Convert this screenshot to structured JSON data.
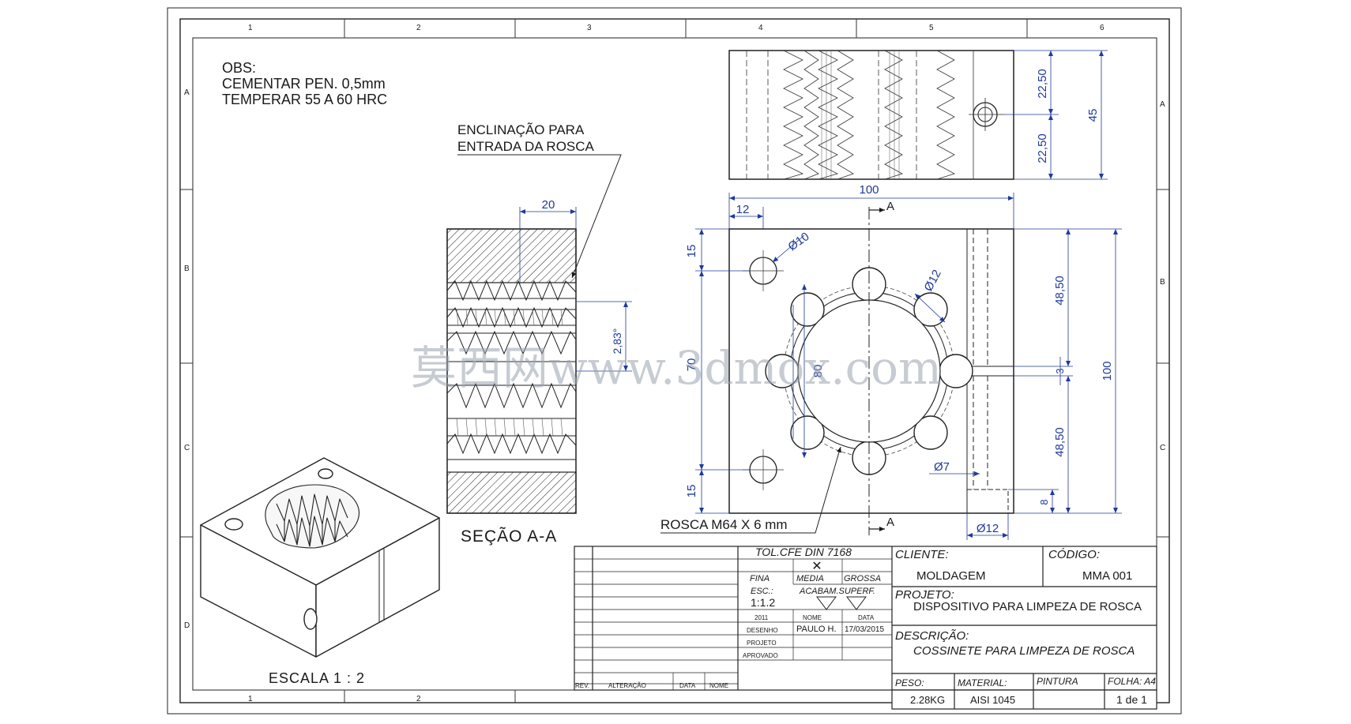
{
  "notes": {
    "title": "OBS:",
    "line1": "CEMENTAR PEN. 0,5mm",
    "line2": "TEMPERAR 55 A 60 HRC"
  },
  "zones": {
    "columns": [
      "1",
      "2",
      "3",
      "4",
      "5",
      "6"
    ],
    "rows": [
      "A",
      "B",
      "C",
      "D"
    ]
  },
  "callouts": {
    "leader_line1": "ENCLINAÇÃO PARA",
    "leader_line2": "ENTRADA DA ROSCA",
    "section_title": "SEÇÃO A-A",
    "thread": "ROSCA M64 X 6 mm",
    "scale": "ESCALA 1 : 2",
    "section_mark": "A"
  },
  "dimensions": {
    "section_width": "20",
    "taper_angle": "2,83°",
    "top_half_1": "22,50",
    "top_half_2": "22,50",
    "top_height": "45",
    "overall_width": "100",
    "hole_offset_x": "12",
    "hole_offset_y_top": "15",
    "hole_offset_y_bottom": "15",
    "hole_spacing": "70",
    "pin_dia": "Ø10",
    "lobe_dia": "Ø12",
    "bore_dia": "80",
    "half_top": "48,50",
    "half_bottom": "48,50",
    "slot_gap": "3",
    "overall_height": "100",
    "drill_dia": "Ø7",
    "counterbore_depth": "8",
    "counterbore_dia": "Ø12"
  },
  "title_block": {
    "tolerance": "TOL.CFE DIN 7168",
    "tol_fine": "FINA",
    "tol_medium": "MEDIA",
    "tol_coarse": "GROSSA",
    "tol_mark": "✕",
    "scale_label": "ESC.:",
    "scale_value": "1:1.2",
    "finish_label": "ACABAM.SUPERF.",
    "year": "2011",
    "name_header": "NOME",
    "date_header": "DATA",
    "drawn_label": "DESENHO",
    "project_label": "PROJETO",
    "approved_label": "APROVADO",
    "drawn_by": "PAULO H.",
    "drawn_date": "17/03/2015",
    "rev_headers": [
      "REV.",
      "ALTERAÇÃO",
      "DATA",
      "NOME"
    ],
    "client_label": "CLIENTE:",
    "client_value": "MOLDAGEM",
    "code_label": "CÓDIGO:",
    "code_value": "MMA 001",
    "project_field_label": "PROJETO:",
    "project_value": "DISPOSITIVO PARA LIMPEZA DE ROSCA",
    "description_label": "DESCRIÇÃO:",
    "description_value": "COSSINETE PARA LIMPEZA DE ROSCA",
    "weight_label": "PESO:",
    "weight_value": "2.28KG",
    "material_label": "MATERIAL:",
    "material_value": "AISI 1045",
    "paint_label": "PINTURA",
    "sheet_label": "FOLHA: A4",
    "sheet_value": "1 de 1"
  },
  "watermark": "莫西网www.3dmox.com"
}
